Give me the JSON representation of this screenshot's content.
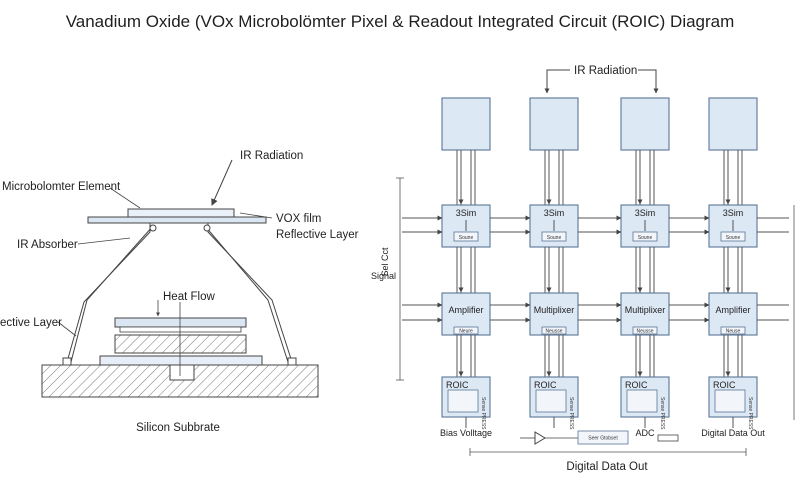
{
  "title": "Vanadium Oxide (VOx Microbolömter Pixel & Readout Integrated Circuit (ROIC) Diagram",
  "pixel": {
    "ir_radiation": "IR Radiation",
    "microbolometer_element": "Microbolomter Element",
    "vox_film": "VOX film",
    "reflective_layer_right": "Reflective Layer",
    "ir_absorber": "IR Absorber",
    "heat_flow": "Heat Flow",
    "reflective_layer_left": "ective Layer",
    "silicon_substrate": "Silicon Subbrate"
  },
  "roic": {
    "ir_radiation": "IR Radiation",
    "select_signal_top": "Sel Cct",
    "select_signal": "Signal",
    "columns": [
      {
        "stage1": "3Sim",
        "stage1_tag": "Soune",
        "stage2": "Amplifier",
        "stage2_tag": "Neure",
        "roic": "ROIC",
        "roic_tag": "Sense PRESS",
        "bottom": "Bias Volltage"
      },
      {
        "stage1": "3Sim",
        "stage1_tag": "Soune",
        "stage2": "Multiplixer",
        "stage2_tag": "Neusse",
        "roic": "ROIC",
        "roic_tag": "Sense PRESS",
        "bottom": ""
      },
      {
        "stage1": "3Sim",
        "stage1_tag": "Soune",
        "stage2": "Multiplixer",
        "stage2_tag": "Neusse",
        "roic": "ROIC",
        "roic_tag": "Sense PRESS",
        "bottom": "ADC"
      },
      {
        "stage1": "3Sim",
        "stage1_tag": "Soune",
        "stage2": "Amplifier",
        "stage2_tag": "Neuse",
        "roic": "ROIC",
        "roic_tag": "Sense PRESS",
        "bottom": "Digital Data Out"
      }
    ],
    "bus_box": "Seer Gtobset",
    "digital_data_out": "Digital Data Out"
  }
}
